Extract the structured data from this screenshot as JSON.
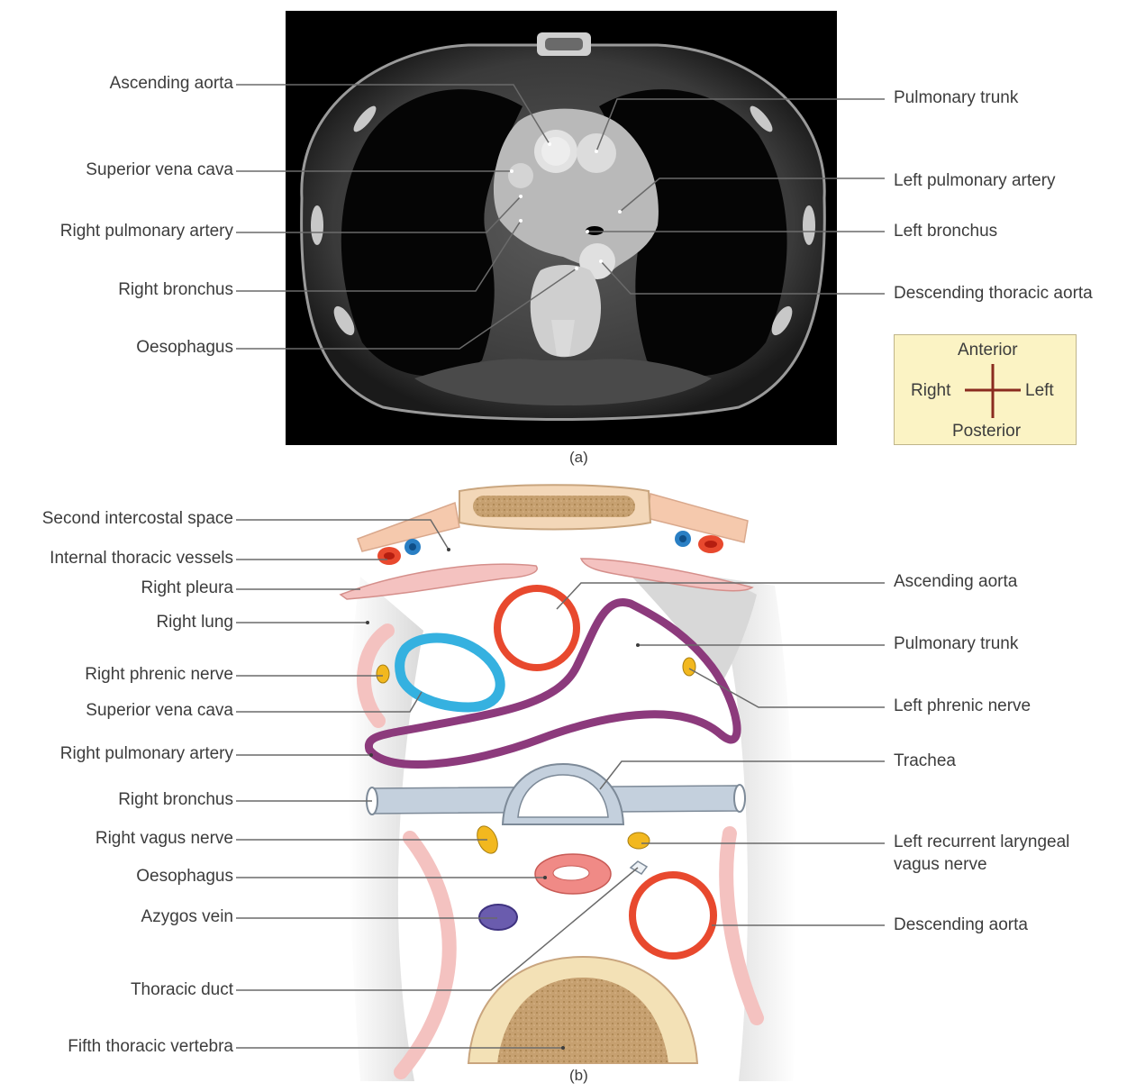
{
  "panel_a": {
    "caption": "(a)",
    "left_labels": [
      "Ascending aorta",
      "Superior vena cava",
      "Right pulmonary artery",
      "Right bronchus",
      "Oesophagus"
    ],
    "right_labels": [
      "Pulmonary trunk",
      "Left pulmonary artery",
      "Left bronchus",
      "Descending thoracic aorta"
    ],
    "orientation": {
      "top": "Anterior",
      "left": "Right",
      "right": "Left",
      "bottom": "Posterior"
    }
  },
  "panel_b": {
    "caption": "(b)",
    "left_labels": [
      "Second intercostal space",
      "Internal thoracic vessels",
      "Right pleura",
      "Right lung",
      "Right phrenic nerve",
      "Superior vena cava",
      "Right pulmonary artery",
      "Right bronchus",
      "Right vagus nerve",
      "Oesophagus",
      "Azygos vein",
      "Thoracic duct",
      "Fifth thoracic vertebra"
    ],
    "right_labels": [
      "Ascending aorta",
      "Pulmonary trunk",
      "Left phrenic nerve",
      "Trachea",
      "Left recurrent laryngeal",
      "vagus nerve",
      "Descending aorta"
    ]
  },
  "colors": {
    "artery": "#e8492e",
    "vein": "#2a7fc4",
    "svc": "#35b1e0",
    "pulmonary_artery": "#8c3a7c",
    "nerve": "#f2b81f",
    "pleura": "#f4c2c0",
    "bone": "#c8a477",
    "bronchus": "#c4d0dd",
    "azygos": "#6a5cae"
  }
}
